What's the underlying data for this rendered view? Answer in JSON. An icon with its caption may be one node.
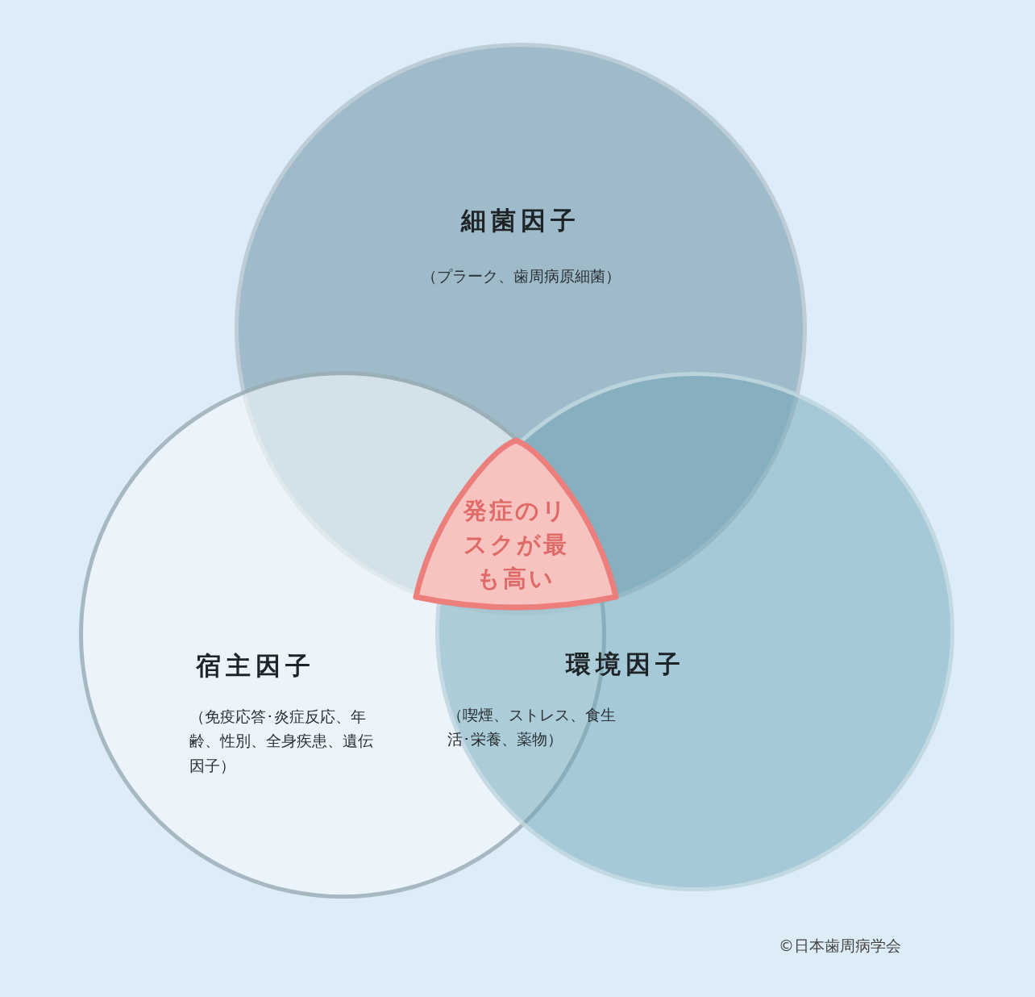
{
  "diagram": {
    "nodes": [
      {
        "text": [
          "細菌因子",
          "（プラーク、歯周病原細菌）"
        ]
      },
      {
        "text": [
          "宿主因子",
          "（免疫応答･炎症反応、年齢、性別、全身疾患、遺伝因子）"
        ]
      },
      {
        "text": [
          "環境因子",
          "（喫煙、ストレス、食生活･栄養、薬物）"
        ]
      },
      {
        "text": [
          "発症のリスクが最も高い"
        ]
      }
    ],
    "labels": [
      "©日本歯周病学会"
    ]
  }
}
